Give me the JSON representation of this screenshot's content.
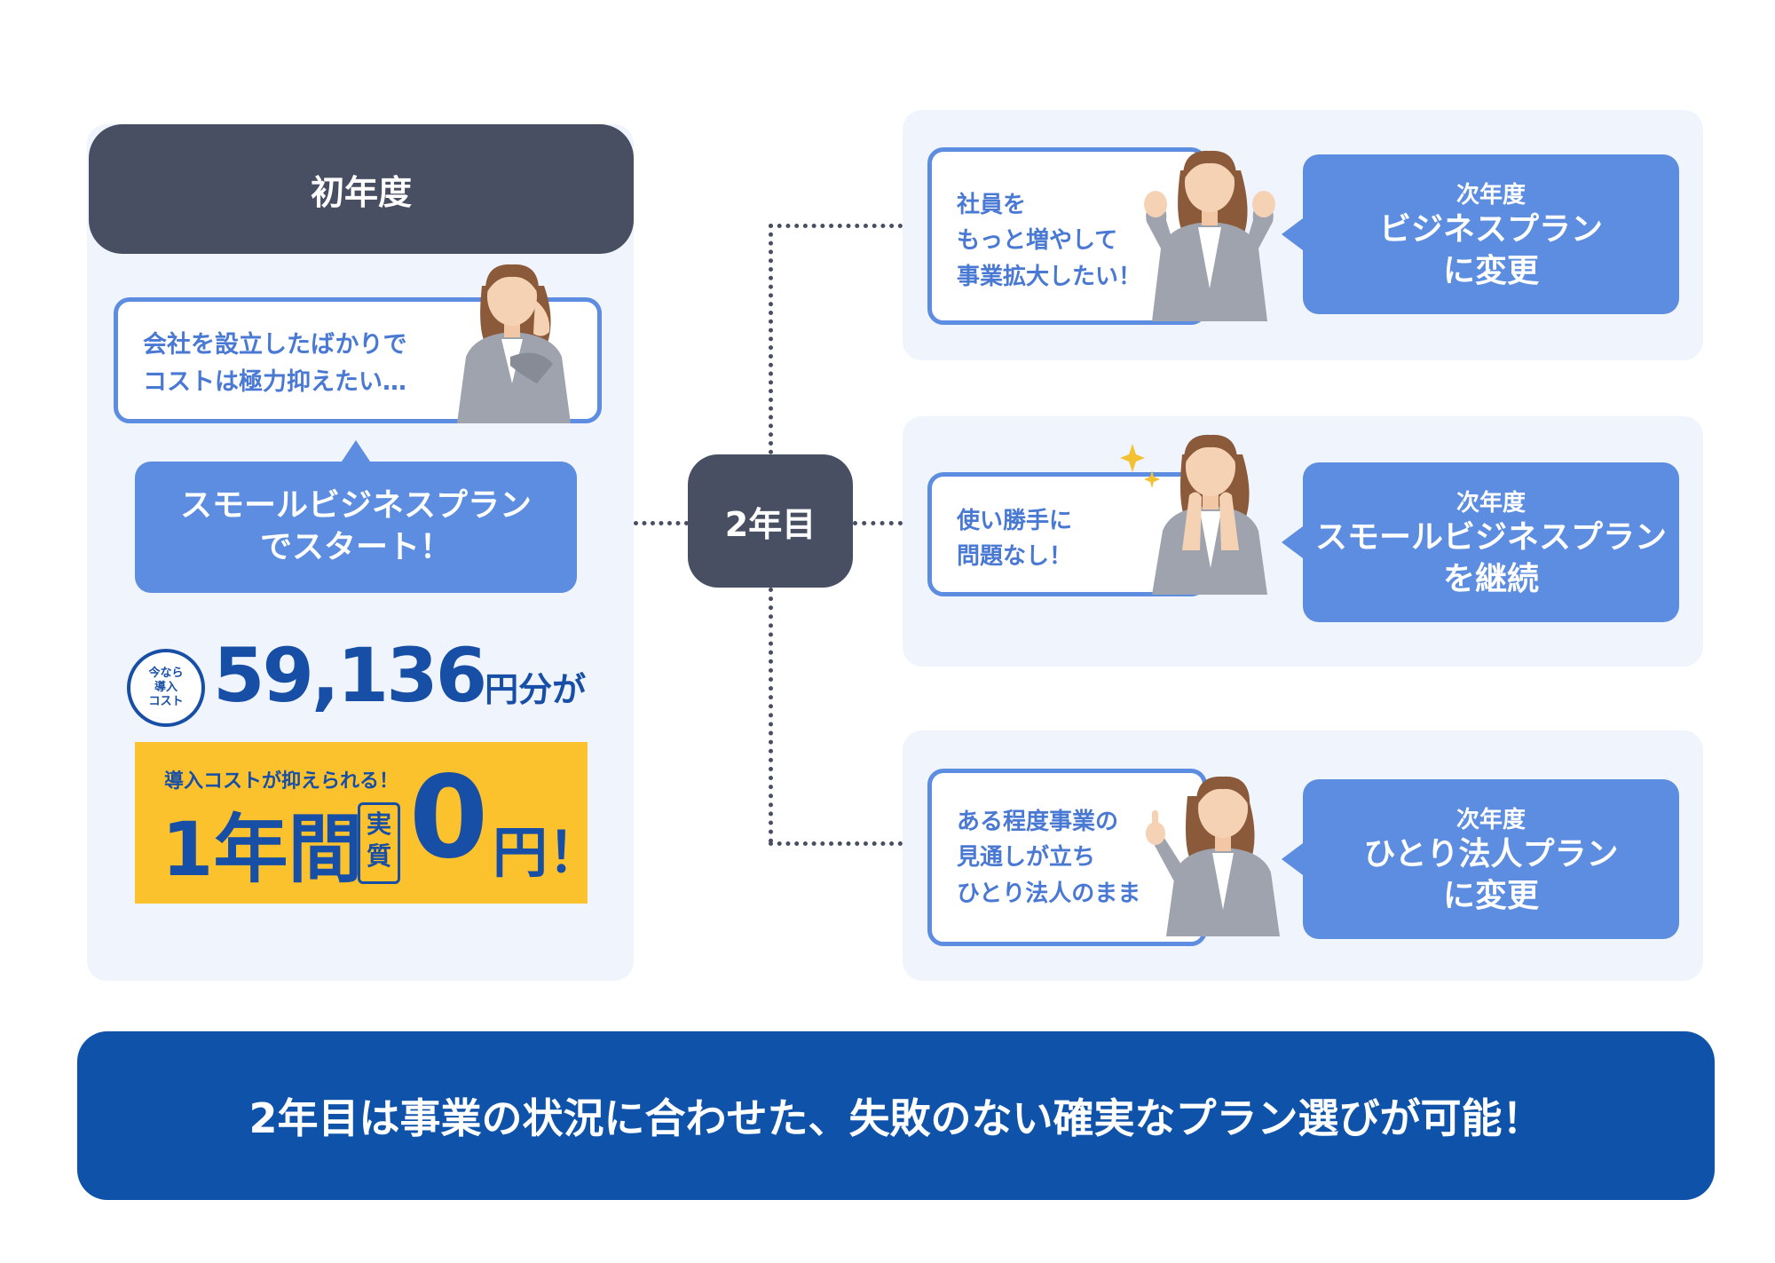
{
  "first_year": {
    "header": "初年度",
    "speech_line1": "会社を設立したばかりで",
    "speech_line2": "コストは極力抑えたい…",
    "start_line1": "スモールビジネスプラン",
    "start_line2": "でスタート！",
    "cost_badge_line1": "今なら",
    "cost_badge_line2": "導入",
    "cost_badge_line3": "コスト",
    "cost_amount": "59,136",
    "cost_suffix": "円分が",
    "promo_small": "導入コストが抑えられる！",
    "promo_big": "1年間",
    "promo_badge": "実質",
    "promo_zero": "0",
    "promo_yen": "円！"
  },
  "center": {
    "label": "2年目"
  },
  "branches": [
    {
      "speech_lines": [
        "社員を",
        "もっと増やして",
        "事業拡大したい！"
      ],
      "plan_label": "次年度",
      "plan_lines": [
        "ビジネスプラン",
        "に変更"
      ]
    },
    {
      "speech_lines": [
        "使い勝手に",
        "問題なし！"
      ],
      "plan_label": "次年度",
      "plan_lines": [
        "スモールビジネスプラン",
        "を継続"
      ]
    },
    {
      "speech_lines": [
        "ある程度事業の",
        "見通しが立ち",
        "ひとり法人のまま"
      ],
      "plan_label": "次年度",
      "plan_lines": [
        "ひとり法人プラン",
        "に変更"
      ]
    }
  ],
  "footer": {
    "text": "2年目は事業の状況に合わせた、失敗のない確実なプラン選びが可能！"
  },
  "colors": {
    "dark_slate": "#484f63",
    "panel_bg": "#f0f4fc",
    "accent_blue": "#5c8de0",
    "navy": "#174ea6",
    "footer_blue": "#0e52a9",
    "yellow": "#fcc22e"
  }
}
